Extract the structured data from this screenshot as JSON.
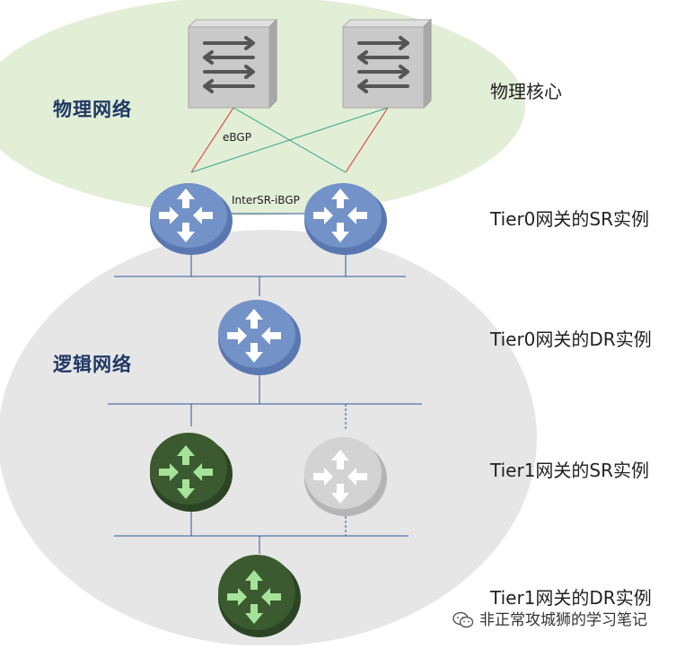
{
  "zones": {
    "physical": "物理网络",
    "logical": "逻辑网络"
  },
  "labels": {
    "core": "物理核心",
    "t0_sr": "Tier0网关的SR实例",
    "t0_dr": "Tier0网关的DR实例",
    "t1_sr": "Tier1网关的SR实例",
    "t1_dr": "Tier1网关的DR实例"
  },
  "links": {
    "ebgp": "eBGP",
    "intersr": "InterSR-iBGP"
  },
  "watermark": "非正常攻城狮的学习笔记",
  "colors": {
    "physical_zone": "#e2eed6",
    "logical_zone": "#e6e6e6",
    "tier0_router": "#7392c7",
    "tier1_router": "#3b5a30",
    "tier1_standby": "#c8c8c8",
    "tier1_arrow": "#a6e39a",
    "switch": "#c9c9c9",
    "bus_line": "#2f5597",
    "ebgp_line": "#d63a2c",
    "ibgp_line": "#36a78a"
  }
}
